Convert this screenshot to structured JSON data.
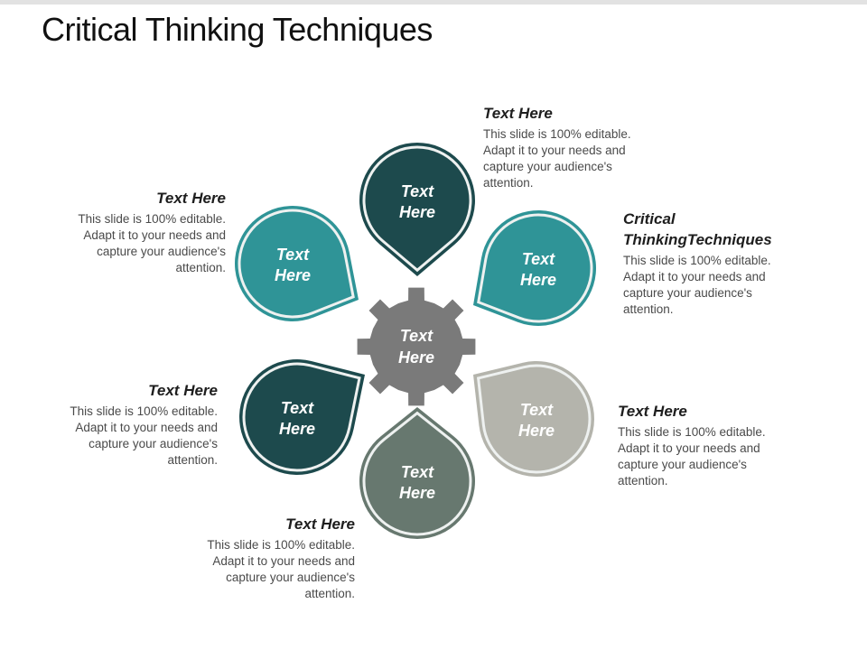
{
  "title": "Critical Thinking Techniques",
  "hub": {
    "label_line1": "Text",
    "label_line2": "Here",
    "color": "#7a7a7a"
  },
  "petals": [
    {
      "name": "top",
      "label_line1": "Text",
      "label_line2": "Here",
      "color": "#1d4a4d"
    },
    {
      "name": "upper-right",
      "label_line1": "Text",
      "label_line2": "Here",
      "color": "#2f9497"
    },
    {
      "name": "lower-right",
      "label_line1": "Text",
      "label_line2": "Here",
      "color": "#b4b4ac"
    },
    {
      "name": "bottom",
      "label_line1": "Text",
      "label_line2": "Here",
      "color": "#67786f"
    },
    {
      "name": "lower-left",
      "label_line1": "Text",
      "label_line2": "Here",
      "color": "#1d4a4d"
    },
    {
      "name": "upper-left",
      "label_line1": "Text",
      "label_line2": "Here",
      "color": "#2f9497"
    }
  ],
  "callouts": {
    "top": {
      "heading": "Text Here",
      "body": "This slide is 100% editable. Adapt it to your needs and capture your audience's attention."
    },
    "upper_right": {
      "heading_line1": "Critical",
      "heading_line2": "ThinkingTechniques",
      "body": "This slide is 100% editable. Adapt it to your needs and capture your audience's attention."
    },
    "lower_right": {
      "heading": "Text Here",
      "body": "This slide is 100% editable. Adapt it to your needs and capture your audience's attention."
    },
    "bottom": {
      "heading": "Text Here",
      "body": "This slide is 100% editable. Adapt it to your needs and capture your audience's attention."
    },
    "lower_left": {
      "heading": "Text Here",
      "body": "This slide is 100% editable. Adapt it to your needs and capture your audience's attention."
    },
    "upper_left": {
      "heading": "Text Here",
      "body": "This slide is 100% editable. Adapt it to your needs and capture your audience's attention."
    }
  }
}
